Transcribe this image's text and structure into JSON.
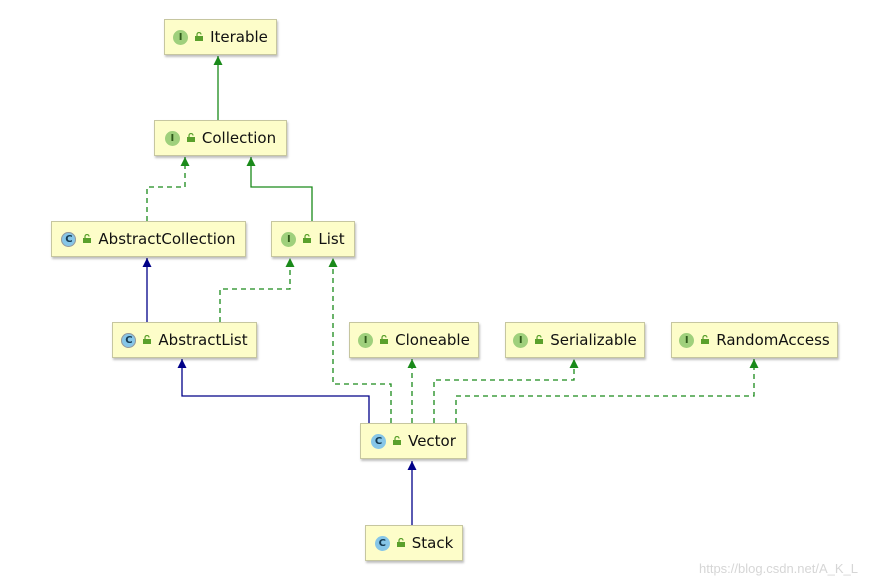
{
  "nodes": {
    "iterable": {
      "label": "Iterable",
      "kind": "I"
    },
    "collection": {
      "label": "Collection",
      "kind": "I"
    },
    "abstract_collection": {
      "label": "AbstractCollection",
      "kind": "C"
    },
    "list": {
      "label": "List",
      "kind": "I"
    },
    "abstract_list": {
      "label": "AbstractList",
      "kind": "C"
    },
    "cloneable": {
      "label": "Cloneable",
      "kind": "I"
    },
    "serializable": {
      "label": "Serializable",
      "kind": "I"
    },
    "random_access": {
      "label": "RandomAccess",
      "kind": "I"
    },
    "vector": {
      "label": "Vector",
      "kind": "C"
    },
    "stack": {
      "label": "Stack",
      "kind": "C"
    }
  },
  "edges": [
    {
      "from": "collection",
      "to": "iterable",
      "type": "extends-interface"
    },
    {
      "from": "abstract_collection",
      "to": "collection",
      "type": "implements"
    },
    {
      "from": "list",
      "to": "collection",
      "type": "extends-interface"
    },
    {
      "from": "abstract_list",
      "to": "abstract_collection",
      "type": "extends-class"
    },
    {
      "from": "abstract_list",
      "to": "list",
      "type": "implements"
    },
    {
      "from": "vector",
      "to": "abstract_list",
      "type": "extends-class"
    },
    {
      "from": "vector",
      "to": "list",
      "type": "implements"
    },
    {
      "from": "vector",
      "to": "cloneable",
      "type": "implements"
    },
    {
      "from": "vector",
      "to": "serializable",
      "type": "implements"
    },
    {
      "from": "vector",
      "to": "random_access",
      "type": "implements"
    },
    {
      "from": "stack",
      "to": "vector",
      "type": "extends-class"
    }
  ],
  "colors": {
    "interface_edge": "#1a8a1a",
    "class_edge": "#000088",
    "node_fill": "#fdfdc9"
  },
  "watermark": "https://blog.csdn.net/A_K_L"
}
